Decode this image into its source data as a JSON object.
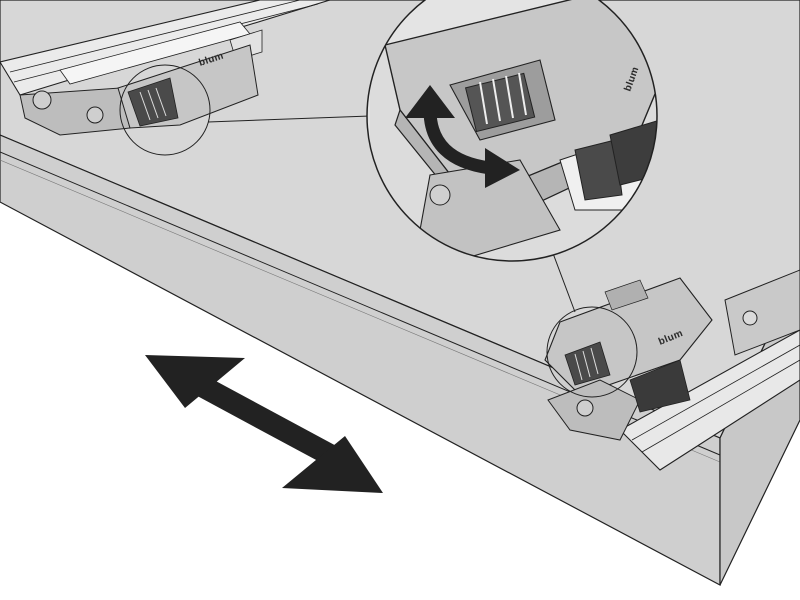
{
  "brand_marks": [
    "blum",
    "blum",
    "blum"
  ],
  "colors": {
    "panel": "#d7d7d7",
    "panel_edge": "#c4c4c4",
    "rail": "#e9e9e9",
    "bracket": "#bdbdbd",
    "dark_part": "#4a4a4a",
    "arrow": "#222222",
    "line": "#222222",
    "background": "#ffffff"
  },
  "icons": {
    "move_arrow": "double-headed-arrow-icon",
    "rotate_arrow": "curved-double-arrow-icon"
  }
}
